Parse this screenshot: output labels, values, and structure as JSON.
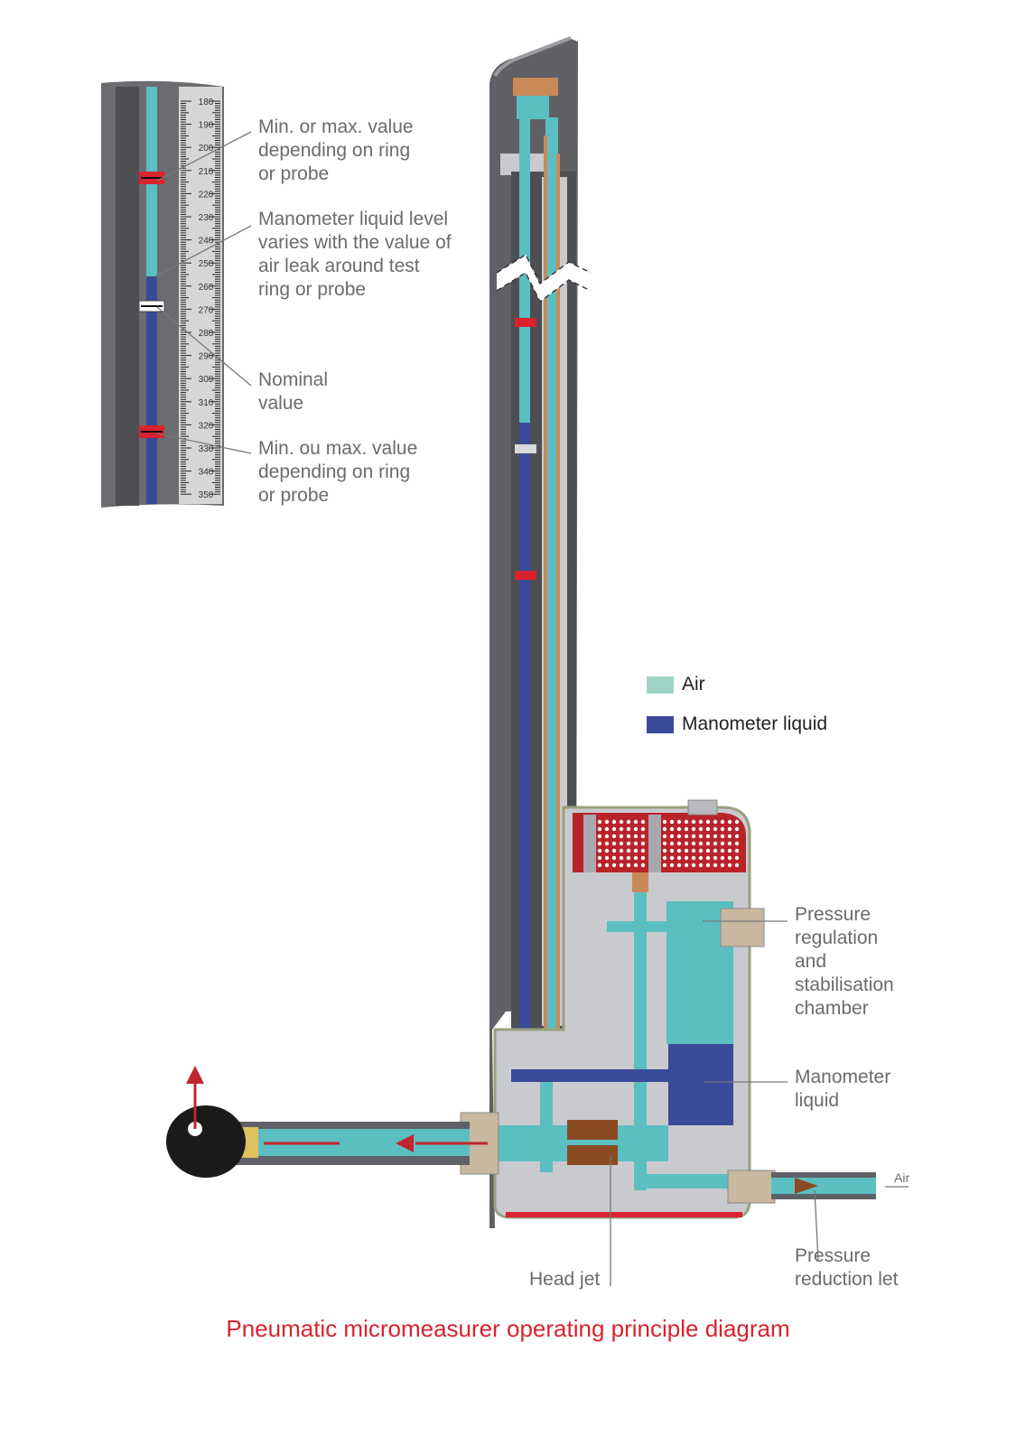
{
  "caption": "Pneumatic micromeasurer operating principle diagram",
  "legend": {
    "items": [
      {
        "label": "Air",
        "color": "#9fd3c6"
      },
      {
        "label": "Manometer liquid",
        "color": "#3a4a9a"
      }
    ]
  },
  "scale": {
    "ticks": [
      "180",
      "190",
      "200",
      "210",
      "220",
      "230",
      "240",
      "250",
      "260",
      "270",
      "280",
      "290",
      "300",
      "310",
      "320",
      "330",
      "340",
      "350"
    ]
  },
  "callouts": {
    "min_max_top": "Min. or max. value\ndepending on ring\nor probe",
    "liquid_level": "Manometer liquid level\nvaries with the value of\nair leak around test\nring or probe",
    "nominal": "Nominal\nvalue",
    "min_max_bottom": "Min. ou max. value\ndepending on ring\nor probe",
    "pressure_chamber": "Pressure\nregulation\nand\nstabilisation\nchamber",
    "manometer_liquid": "Manometer\nliquid",
    "head_jet": "Head jet",
    "pressure_reduction": "Pressure\nreduction let",
    "air_inlet": "Air"
  },
  "colors": {
    "air": "#5bbfc2",
    "liquid": "#3a4a9a",
    "body_dark": "#5f6166",
    "body_light": "#c9cacd",
    "scale_bg": "#d4d4d4",
    "marker_red": "#d9232e",
    "copper": "#c98a58",
    "caption": "#d9232e"
  }
}
